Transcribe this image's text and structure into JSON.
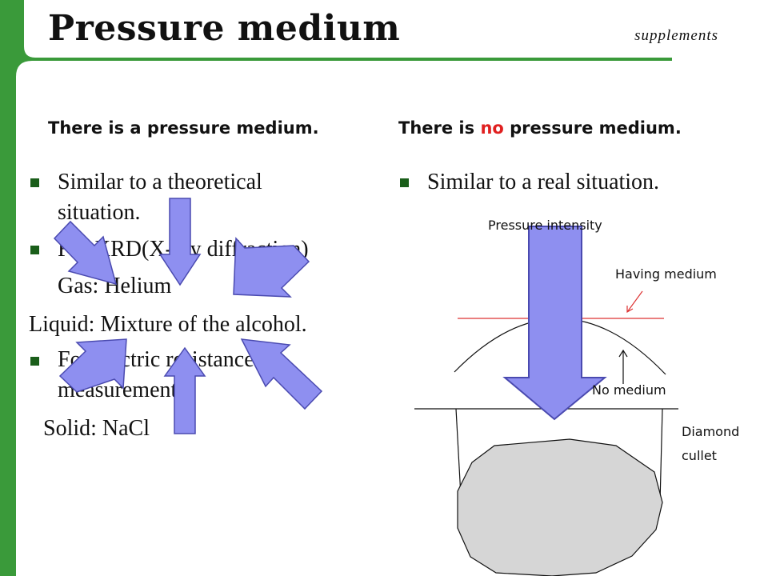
{
  "slide": {
    "title": "Pressure medium",
    "supplements": "supplements",
    "colors": {
      "frame_green": "#3a9a3a",
      "bullet_green": "#1a5e1a",
      "arrow_fill": "#8e8ff0",
      "arrow_stroke": "#4a4ab0",
      "accent_red": "#e02020"
    }
  },
  "left": {
    "heading": "There is a pressure medium.",
    "lines": [
      "Similar to a theoretical",
      "situation.",
      "For XRD(X-ray diffraction)",
      "Gas: Helium",
      "Liquid: Mixture of the alcohol.",
      "For electric resistance",
      "measurement.",
      "Solid:  NaCl"
    ]
  },
  "right": {
    "heading_pre": "There is ",
    "heading_no": "no",
    "heading_post": " pressure medium.",
    "bullet": "Similar to a real situation.",
    "diagram": {
      "pressure_label": "Pressure intensity",
      "having_label": "Having medium",
      "no_medium_label": "No medium",
      "diamond_label_1": "Diamond",
      "diamond_label_2": "cullet"
    }
  }
}
